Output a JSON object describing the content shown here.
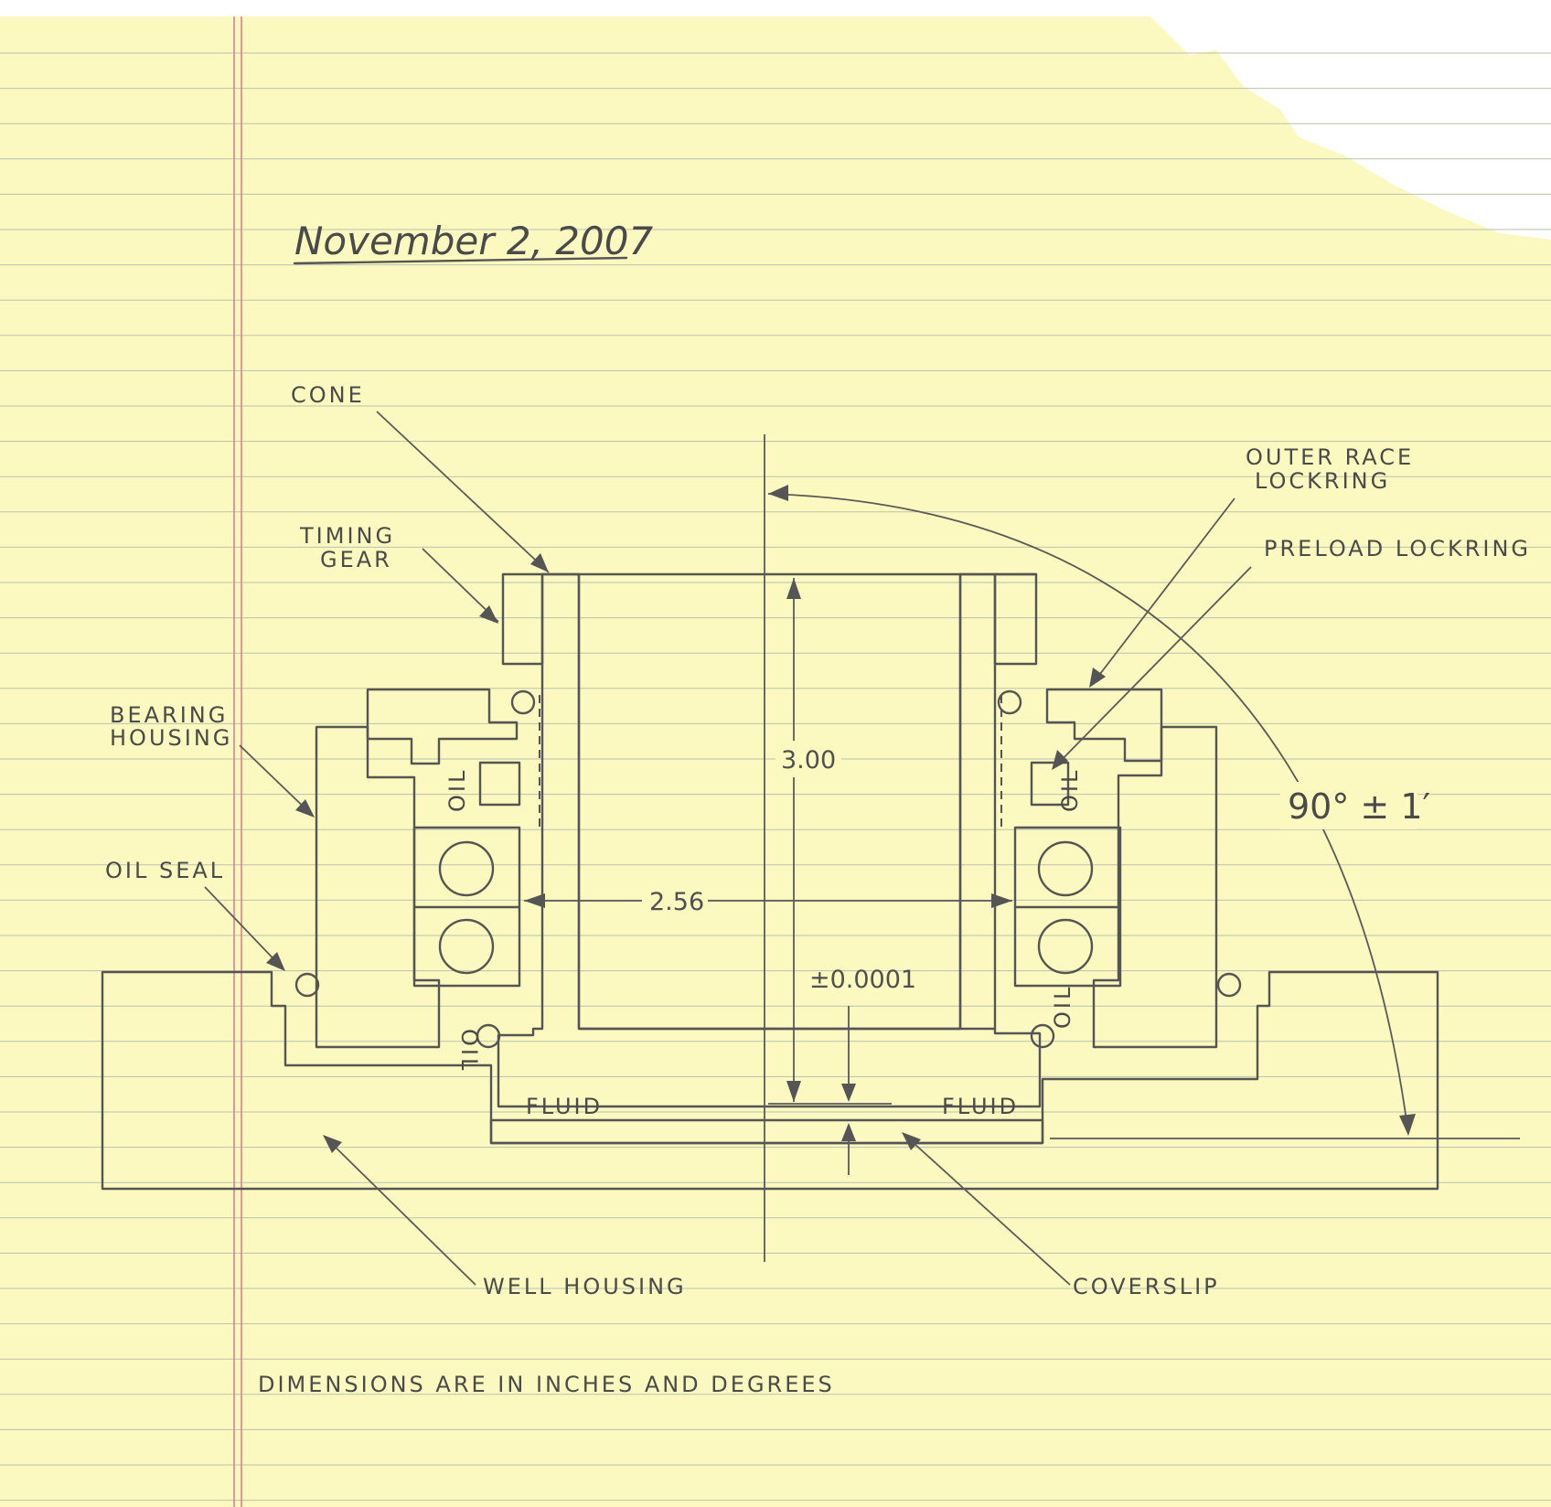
{
  "paper": {
    "background": "#fbf9c0",
    "rule_color": "#b9c3ad",
    "margin_color": "#e07f8a",
    "pencil_color": "#555555"
  },
  "date": "November 2, 2007",
  "labels": {
    "cone": "CONE",
    "timing_gear": [
      "TIMING",
      "GEAR"
    ],
    "bearing_housing": [
      "BEARING",
      "HOUSING"
    ],
    "oil_seal": "OIL SEAL",
    "outer_race_lockring": [
      "OUTER RACE",
      "LOCKRING"
    ],
    "preload_lockring": "PRELOAD LOCKRING",
    "well_housing": "WELL HOUSING",
    "coverslip": "COVERSLIP",
    "fluid_left": "FLUID",
    "fluid_right": "FLUID",
    "oil": "OIL"
  },
  "dimensions": {
    "height": "3.00",
    "width": "2.56",
    "tolerance": "±0.0001",
    "angle": "90° ± 1′"
  },
  "note": "DIMENSIONS ARE IN INCHES AND DEGREES"
}
